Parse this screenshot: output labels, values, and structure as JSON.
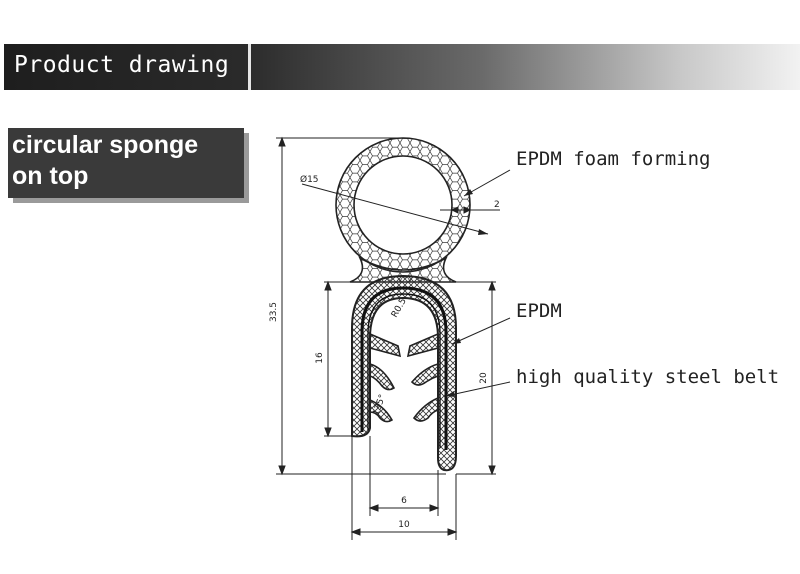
{
  "header": {
    "title": "Product drawing"
  },
  "feature": {
    "line1": "circular sponge",
    "line2": "on top"
  },
  "labels": {
    "foam": "EPDM foam forming",
    "epdm": "EPDM",
    "steel": "high quality steel belt"
  },
  "dimensions": {
    "diameter": "Ø15",
    "thickness": "2",
    "total_height": "33.5",
    "inner_height": "16",
    "outer_height": "20",
    "inner_width": "6",
    "outer_width": "10",
    "inner_radius": "R0.5",
    "angle": "135°"
  },
  "colors": {
    "header_dark": "#1e1e1e",
    "feature_bg": "#3a3a3a",
    "line": "#222222"
  }
}
